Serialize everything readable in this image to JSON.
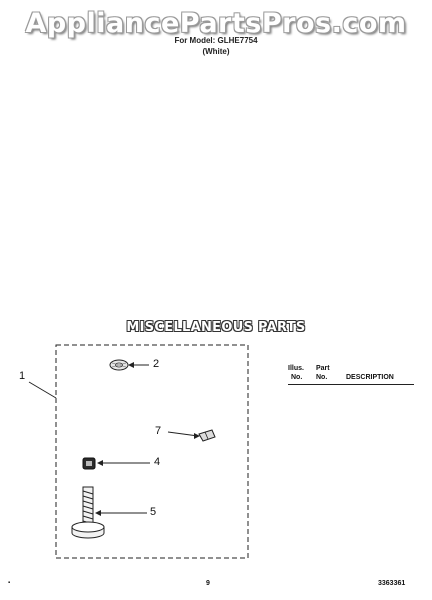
{
  "header": {
    "watermark": "AppliancePartsPros.com",
    "model_line": "For Model: GLHE7754",
    "model_color": "(White)"
  },
  "section": {
    "title": "MISCELLANEOUS PARTS"
  },
  "parts_table": {
    "headers": {
      "illus_top": "Illus.",
      "illus_bottom": "No.",
      "part_top": "Part",
      "part_bottom": "No.",
      "description": "DESCRIPTION"
    }
  },
  "callouts": {
    "c1": "1",
    "c2": "2",
    "c4": "4",
    "c5": "5",
    "c7": "7"
  },
  "footer": {
    "page": "9",
    "doc_code": "3363361",
    "mark": "▪"
  }
}
